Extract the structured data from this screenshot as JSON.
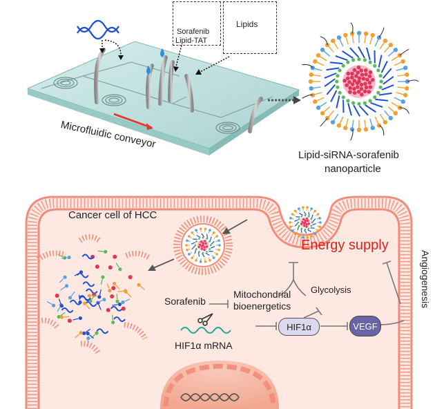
{
  "top": {
    "chip_label": "Microfluidic conveyor",
    "legend_box_1": {
      "line1": "Sorafenib",
      "line2": "Lipid-TAT"
    },
    "legend_box_2": {
      "label": "Lipids"
    },
    "nanoparticle_label": {
      "line1": "Lipid-siRNA-sorafenib",
      "line2": "nanoparticle"
    }
  },
  "cell": {
    "title": "Cancer cell of HCC",
    "energy_supply": "Energy supply",
    "sorafenib": "Sorafenib",
    "mito_line1": "Mitochondrial",
    "mito_line2": "bioenergetics",
    "glycolysis": "Glycolysis",
    "hif1a_mrna": "HIF1α mRNA",
    "hif1a": "HIF1α",
    "vegf": "VEGF",
    "angiogenesis": "Angiogenesis"
  },
  "colors": {
    "membrane": "#f08c7a",
    "cell_bg": "#fde9e2",
    "energy_text": "#e0201b",
    "vegf_fill": "#6a63a8",
    "hif_fill": "#dcd8ee",
    "sirna_blue": "#1f4fd1",
    "lipid_orange": "#f0a030",
    "lipid_blue": "#5aa0e0",
    "core_red": "#e0355a",
    "green": "#5cb85c"
  }
}
